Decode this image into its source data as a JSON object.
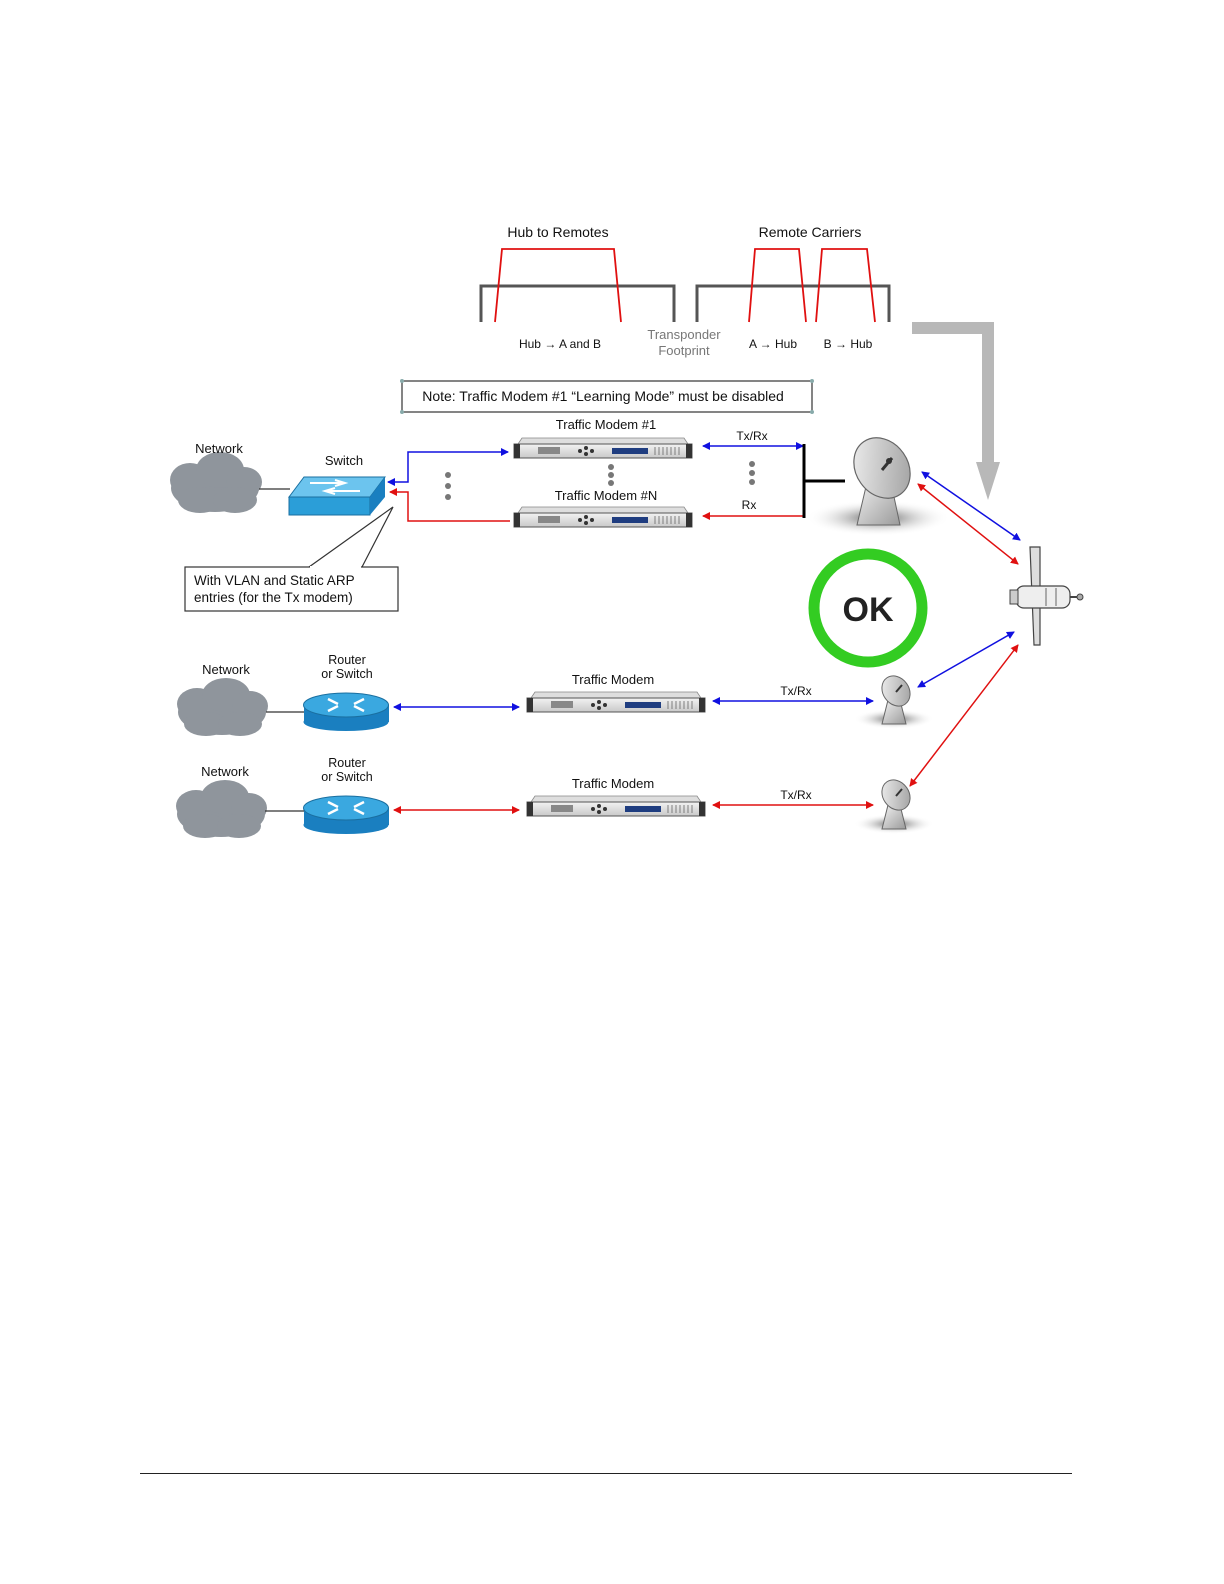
{
  "spectrum": {
    "hub_to_remotes": "Hub to Remotes",
    "remote_carriers": "Remote Carriers",
    "hub_carrier": "Hub → A and B",
    "transponder_line1": "Transponder",
    "transponder_line2": "Footprint",
    "a_carrier": "A → Hub",
    "b_carrier": "B → Hub"
  },
  "note": "Note: Traffic Modem #1 “Learning Mode” must be disabled",
  "hub": {
    "network": "Network",
    "switch": "Switch",
    "modem1": "Traffic Modem #1",
    "modemN": "Traffic Modem #N",
    "txrx": "Tx/Rx",
    "rx": "Rx",
    "callout_line1": "With VLAN and Static ARP",
    "callout_line2": "entries (for the Tx modem)"
  },
  "ok_badge": "OK",
  "remote_a": {
    "network": "Network",
    "router_line1": "Router",
    "router_line2": "or Switch",
    "modem": "Traffic Modem",
    "txrx": "Tx/Rx"
  },
  "remote_b": {
    "network": "Network",
    "router_line1": "Router",
    "router_line2": "or Switch",
    "modem": "Traffic Modem",
    "txrx": "Tx/Rx"
  },
  "colors": {
    "blue_link": "#1010e0",
    "red_link": "#e01010",
    "switch_blue": "#2b9ed8",
    "router_blue": "#1a7fc0",
    "ok_green": "#33cc22",
    "cloud_gray": "#8f959c",
    "arrow_gray": "#b8b8b8"
  }
}
